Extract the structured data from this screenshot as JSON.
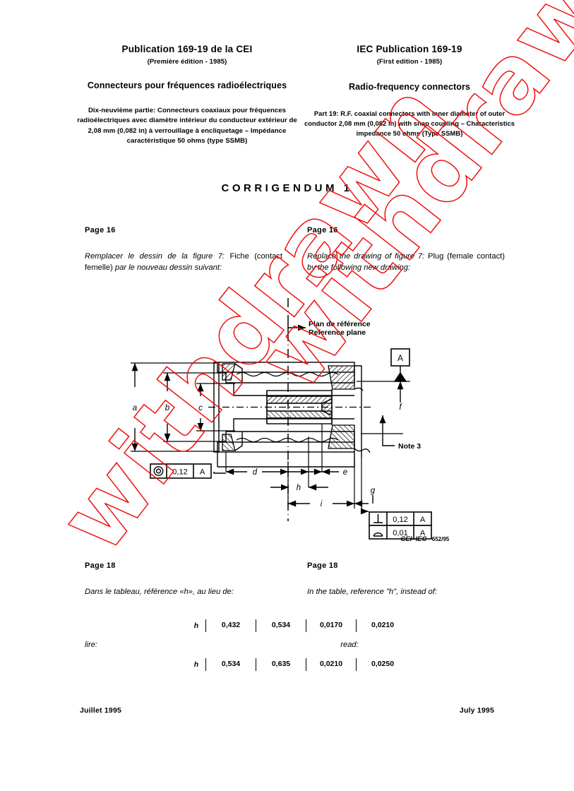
{
  "document": {
    "watermark": "withdrawn",
    "corrigendum_title": "CORRIGENDUM 1"
  },
  "header": {
    "french": {
      "publication": "Publication 169-19 de la CEI",
      "edition": "(Première édition - 1985)",
      "title": "Connecteurs pour fréquences radioélectriques",
      "subtitle": "Dix-neuvième partie: Connecteurs coaxiaux pour fréquences radioélectriques avec diamètre intérieur du conducteur extérieur de 2,08 mm (0,082 in) à verrouillage à encliquetage – Impédance caractéristique 50 ohms (type SSMB)"
    },
    "english": {
      "publication": "IEC Publication 169-19",
      "edition": "(First edition - 1985)",
      "title": "Radio-frequency connectors",
      "subtitle": "Part 19: R.F. coaxial connectors with inner diameter of outer conductor 2,08 mm (0,082 in) with snap coupling – Characteristics impedance 50 ohms (Type SSMB)"
    }
  },
  "sections": {
    "page16": {
      "label_fr": "Page  16",
      "label_en": "Page 16",
      "instruction_fr_1": "Remplacer le dessin de la figure 7:",
      "instruction_fr_2": "Fiche (contact femelle)",
      "instruction_fr_3": "par le nouveau dessin suivant:",
      "instruction_en_1": "Replace the drawing of figure 7:",
      "instruction_en_2": "Plug (female contact)",
      "instruction_en_3": "by the following new drawing:"
    },
    "page18": {
      "label_fr": "Page  18",
      "label_en": "Page 18",
      "instruction_fr": "Dans le tableau, référence «h», au lieu de:",
      "instruction_en": "In the table, reference \"h\", instead of:",
      "lire_fr": "lire:",
      "read_en": "read:"
    }
  },
  "tables": {
    "instead_of": {
      "ref": "h",
      "values": [
        "0,432",
        "0,534",
        "0,0170",
        "0,0210"
      ]
    },
    "read": {
      "ref": "h",
      "values": [
        "0,534",
        "0,635",
        "0,0210",
        "0,0250"
      ]
    }
  },
  "drawing": {
    "reference_plane_fr": "Plan de référence",
    "reference_plane_en": "Reference plane",
    "datum_label": "A",
    "note_label": "Note 3",
    "dimension_a": "a",
    "dimension_b": "b",
    "dimension_c": "c",
    "dimension_d": "d",
    "dimension_e": "e",
    "dimension_f": "f",
    "dimension_g": "g",
    "dimension_h": "h",
    "dimension_i": "i",
    "tolerance_concentricity": {
      "symbol": "concentricity-icon",
      "value": "0,12",
      "datum": "A"
    },
    "tolerance_perpendicularity": {
      "symbol": "perpendicularity-icon",
      "value": "0,12",
      "datum": "A"
    },
    "tolerance_profile": {
      "symbol": "profile-icon",
      "value": "0,01",
      "datum": "A"
    },
    "figure_reference": "CEI–IEC",
    "figure_number": "652/95"
  },
  "footer": {
    "date_fr": "Juillet 1995",
    "date_en": "July 1995"
  },
  "colors": {
    "watermark": "#f01010",
    "ink": "#000000",
    "paper": "#ffffff"
  }
}
